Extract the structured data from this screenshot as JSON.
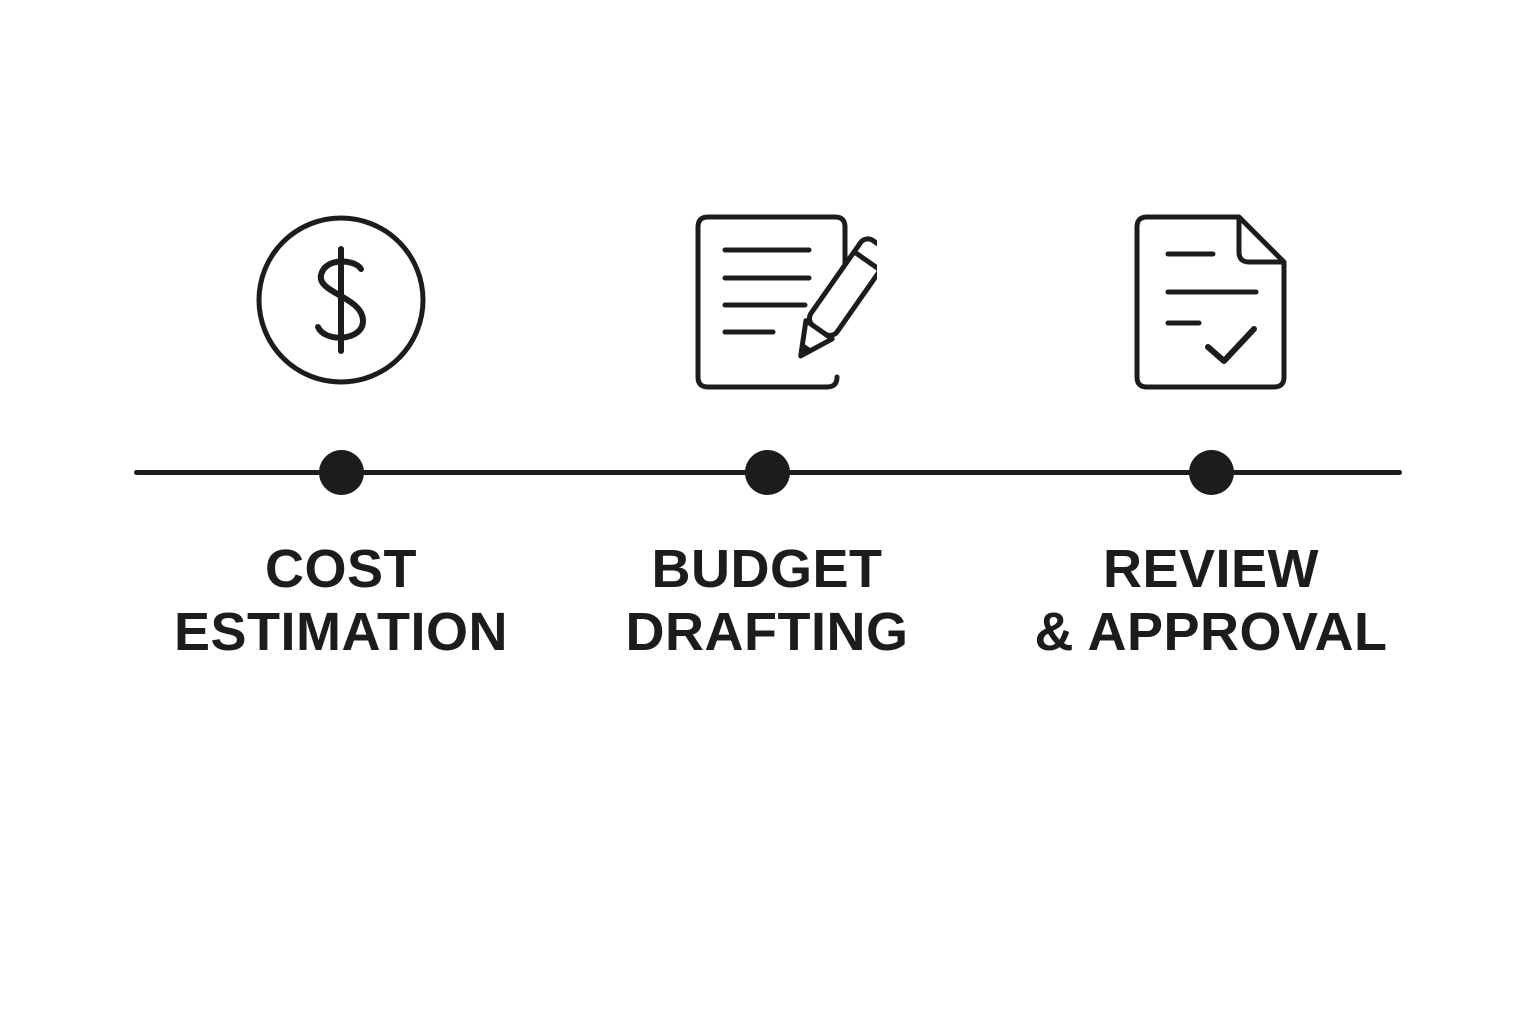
{
  "steps": [
    {
      "icon": "dollar-coin-icon",
      "label_line_1": "COST",
      "label_line_2": "ESTIMATION"
    },
    {
      "icon": "document-pencil-icon",
      "label_line_1": "BUDGET",
      "label_line_2": "DRAFTING"
    },
    {
      "icon": "document-check-icon",
      "label_line_1": "REVIEW",
      "label_line_2": "& APPROVAL"
    }
  ],
  "colors": {
    "ink": "#1c1c1c",
    "background": "#ffffff"
  }
}
